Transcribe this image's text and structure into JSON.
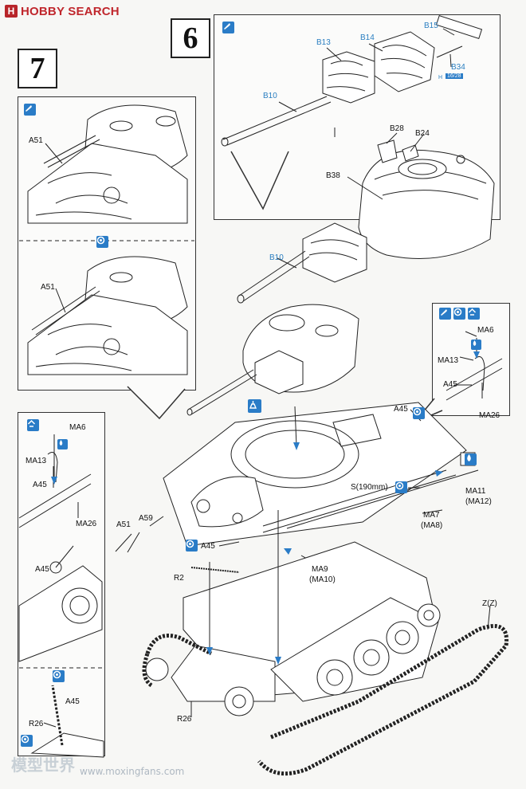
{
  "header": {
    "brand": "HOBBY SEARCH",
    "logo_glyph": "H"
  },
  "steps": {
    "step6": "6",
    "step7": "7"
  },
  "step6_labels": {
    "B13": "B13",
    "B14": "B14",
    "B15": "B15",
    "B34": "B34",
    "B34_note_h": "H",
    "B34_note_sizes": "16/28",
    "B10_top": "B10",
    "B28": "B28",
    "B24": "B24",
    "B38": "B38",
    "B10_bottom": "B10"
  },
  "main_labels": {
    "A45_right": "A45",
    "S190": "S(190mm)",
    "MA11": "MA11",
    "MA12": "(MA12)",
    "MA7": "MA7",
    "MA8": "(MA8)",
    "MA9": "MA9",
    "MA10": "(MA10)",
    "A45_mid": "A45",
    "A51": "A51",
    "A59": "A59",
    "R2": "R2",
    "R26": "R26",
    "ZZ": "Z(Z)"
  },
  "step7_labels": {
    "A51_top": "A51",
    "A51_bottom": "A51"
  },
  "detail_right": {
    "MA6": "MA6",
    "MA13": "MA13",
    "A45": "A45",
    "MA26": "MA26"
  },
  "detail_left": {
    "MA6": "MA6",
    "MA13": "MA13",
    "A45": "A45",
    "MA26": "MA26",
    "A45_hook": "A45",
    "A45_lower": "A45",
    "R26": "R26"
  },
  "watermark": {
    "site_cn": "模型世界",
    "url": "www.moxingfans.com"
  },
  "colors": {
    "brand_red": "#c0272d",
    "icon_blue": "#2a7cc7",
    "label_blue": "#2b7fc1",
    "line": "#222222"
  }
}
